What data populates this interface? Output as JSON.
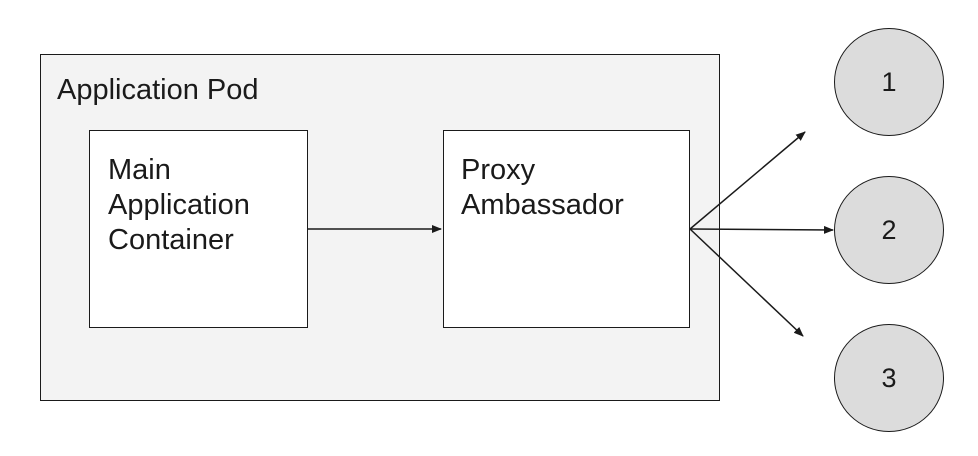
{
  "pod": {
    "title": "Application Pod"
  },
  "main_container": {
    "lines": [
      "Main",
      "Application",
      "Container"
    ]
  },
  "proxy": {
    "lines": [
      "Proxy",
      "Ambassador"
    ]
  },
  "nodes": [
    {
      "label": "1"
    },
    {
      "label": "2"
    },
    {
      "label": "3"
    }
  ],
  "colors": {
    "pod_background": "#f3f3f3",
    "node_fill": "#dcdcdc",
    "stroke": "#1a1a1a"
  }
}
